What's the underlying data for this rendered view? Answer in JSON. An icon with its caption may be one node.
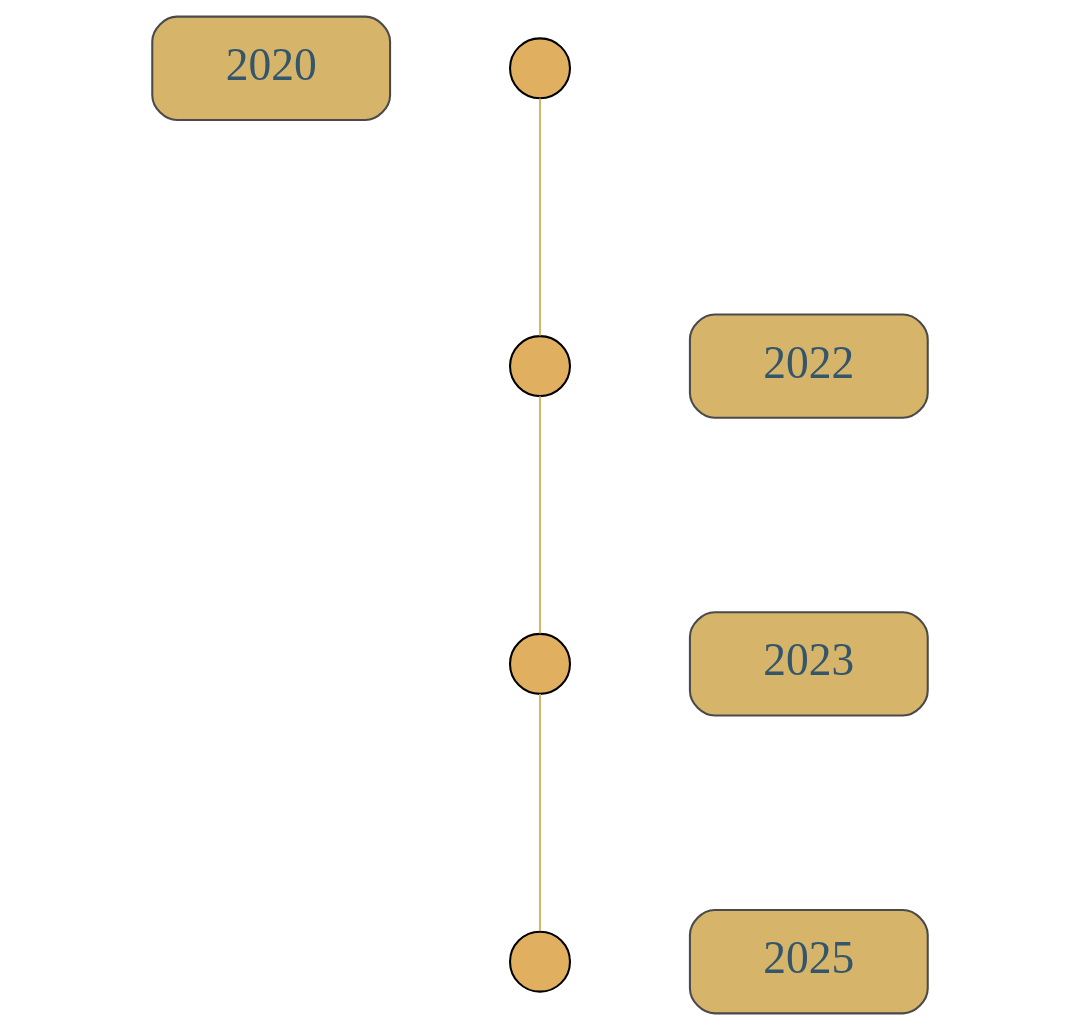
{
  "diagram": {
    "nodes": [
      {
        "text": [
          "2020"
        ]
      },
      {
        "text": [],
        "shape": "circle"
      },
      {
        "text": [],
        "shape": "circle"
      },
      {
        "text": [
          "2022"
        ]
      },
      {
        "text": [
          "2023"
        ]
      },
      {
        "text": [],
        "shape": "circle"
      },
      {
        "text": [],
        "shape": "circle"
      },
      {
        "text": [
          "2025"
        ]
      }
    ],
    "edges": [
      {
        "from": 1,
        "to": 2,
        "arrow": "none",
        "color": "#d6b469"
      },
      {
        "from": 2,
        "to": 5,
        "arrow": "none",
        "color": "#d6b469"
      },
      {
        "from": 5,
        "to": 6,
        "arrow": "none",
        "color": "#d6b469"
      }
    ]
  }
}
